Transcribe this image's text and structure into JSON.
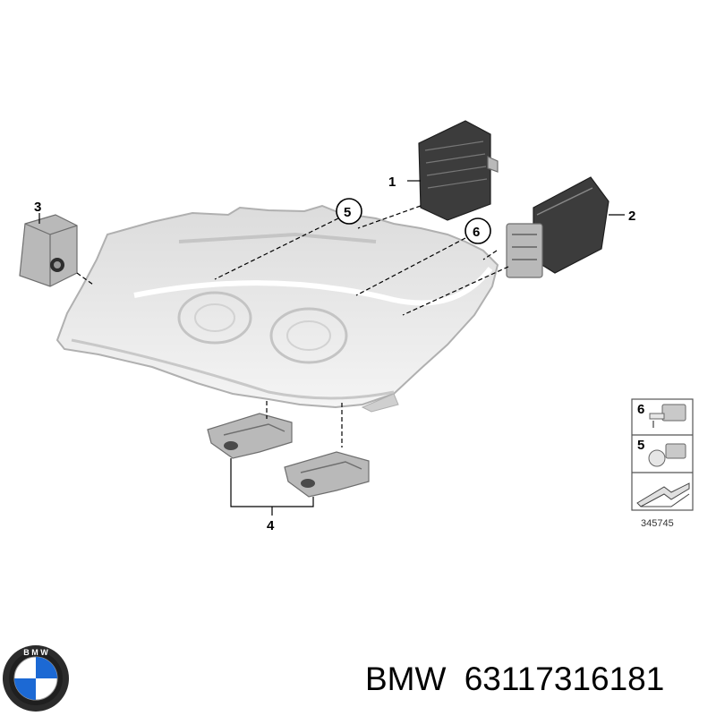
{
  "callouts": {
    "c1": "1",
    "c2": "2",
    "c3": "3",
    "c4": "4",
    "c5": "5",
    "c6": "6"
  },
  "legend": {
    "item6": "6",
    "item5": "5",
    "reference": "345745"
  },
  "footer": {
    "brand": "BMW",
    "part_number": "63117316181"
  },
  "colors": {
    "part_gray": "#b9b9b9",
    "part_dark": "#3c3c3c",
    "bmw_blue": "#1c69d4"
  }
}
